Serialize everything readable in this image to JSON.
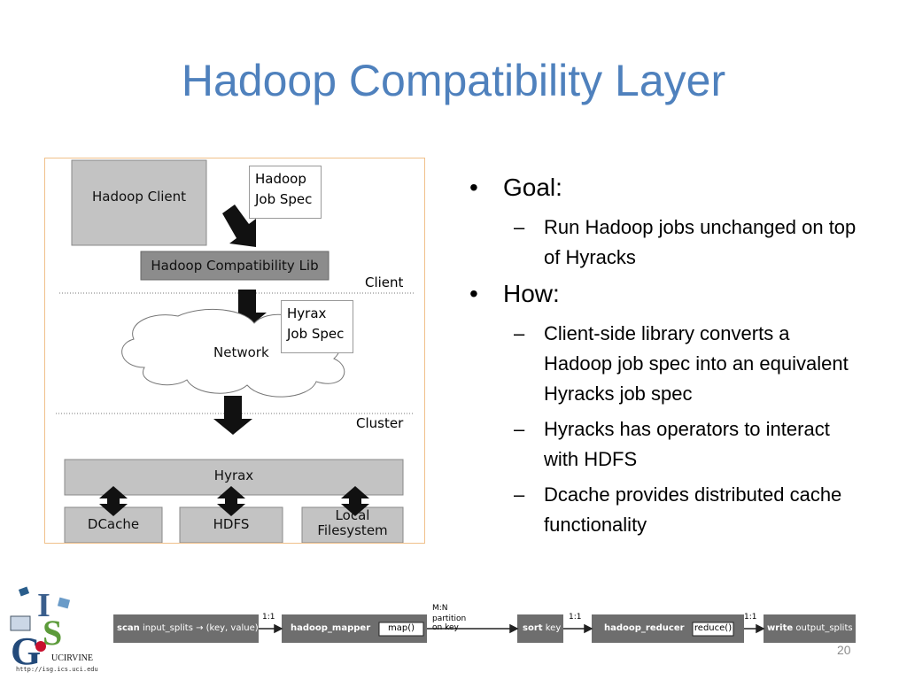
{
  "slide": {
    "title": "Hadoop Compatibility Layer",
    "number": "20"
  },
  "diagram": {
    "hadoop_client": "Hadoop Client",
    "hadoop_job_spec": [
      "Hadoop",
      "Job Spec"
    ],
    "compat_lib": "Hadoop Compatibility Lib",
    "client_label": "Client",
    "network": "Network",
    "hyrax_job_spec": [
      "Hyrax",
      "Job Spec"
    ],
    "cluster_label": "Cluster",
    "hyrax": "Hyrax",
    "dcache": "DCache",
    "hdfs": "HDFS",
    "local_fs": [
      "Local",
      "Filesystem"
    ]
  },
  "bullets": [
    {
      "text": "Goal:",
      "sub": [
        "Run Hadoop jobs unchanged on top of Hyracks"
      ]
    },
    {
      "text": "How:",
      "sub": [
        "Client-side library converts a Hadoop job spec into an equivalent Hyracks job spec",
        "Hyracks has operators to interact with HDFS",
        "Dcache provides distributed cache functionality"
      ]
    }
  ],
  "logo": {
    "text": "UCIRVINE",
    "url": "http://isg.ics.uci.edu"
  },
  "pipeline": {
    "stages": [
      {
        "op": "scan",
        "arg": "input_splits → (key, value)"
      },
      {
        "op": "hadoop_mapper",
        "arg": "map()"
      },
      {
        "op": "sort",
        "arg": "key"
      },
      {
        "op": "hadoop_reducer",
        "arg": "reduce()"
      },
      {
        "op": "write",
        "arg": "output_splits"
      }
    ],
    "edges": [
      "1:1",
      "M:N",
      "1:1",
      "1:1"
    ],
    "edge_note": "partition on key"
  }
}
